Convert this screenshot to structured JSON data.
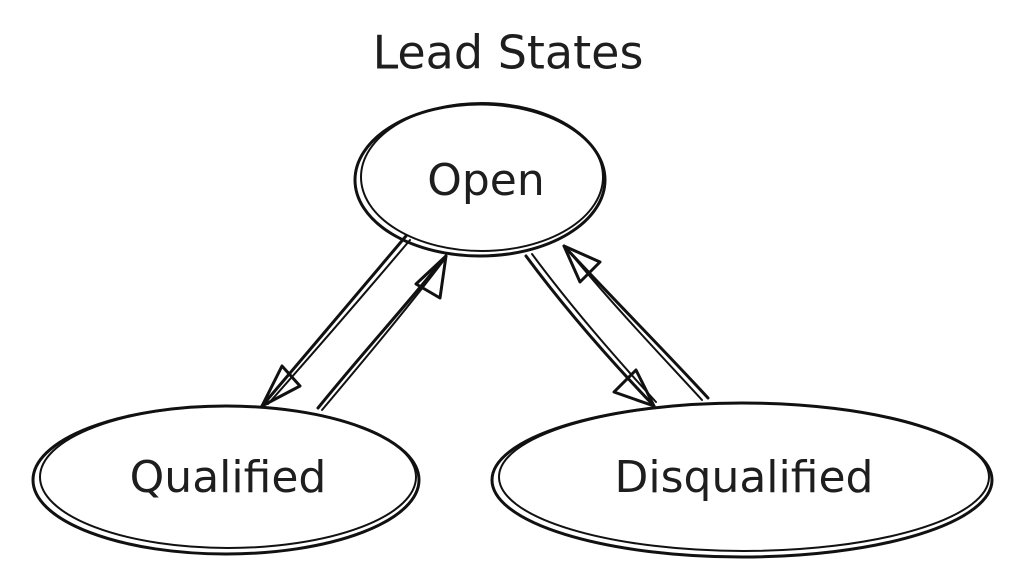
{
  "diagram": {
    "title": "Lead States",
    "nodes": {
      "open": "Open",
      "qualified": "Qualified",
      "disqualified": "Disqualified"
    },
    "edges": [
      {
        "from": "Open",
        "to": "Qualified"
      },
      {
        "from": "Qualified",
        "to": "Open"
      },
      {
        "from": "Open",
        "to": "Disqualified"
      },
      {
        "from": "Disqualified",
        "to": "Open"
      }
    ],
    "colors": {
      "stroke": "#111111",
      "text": "#1e1e1e",
      "background": "#ffffff"
    }
  }
}
